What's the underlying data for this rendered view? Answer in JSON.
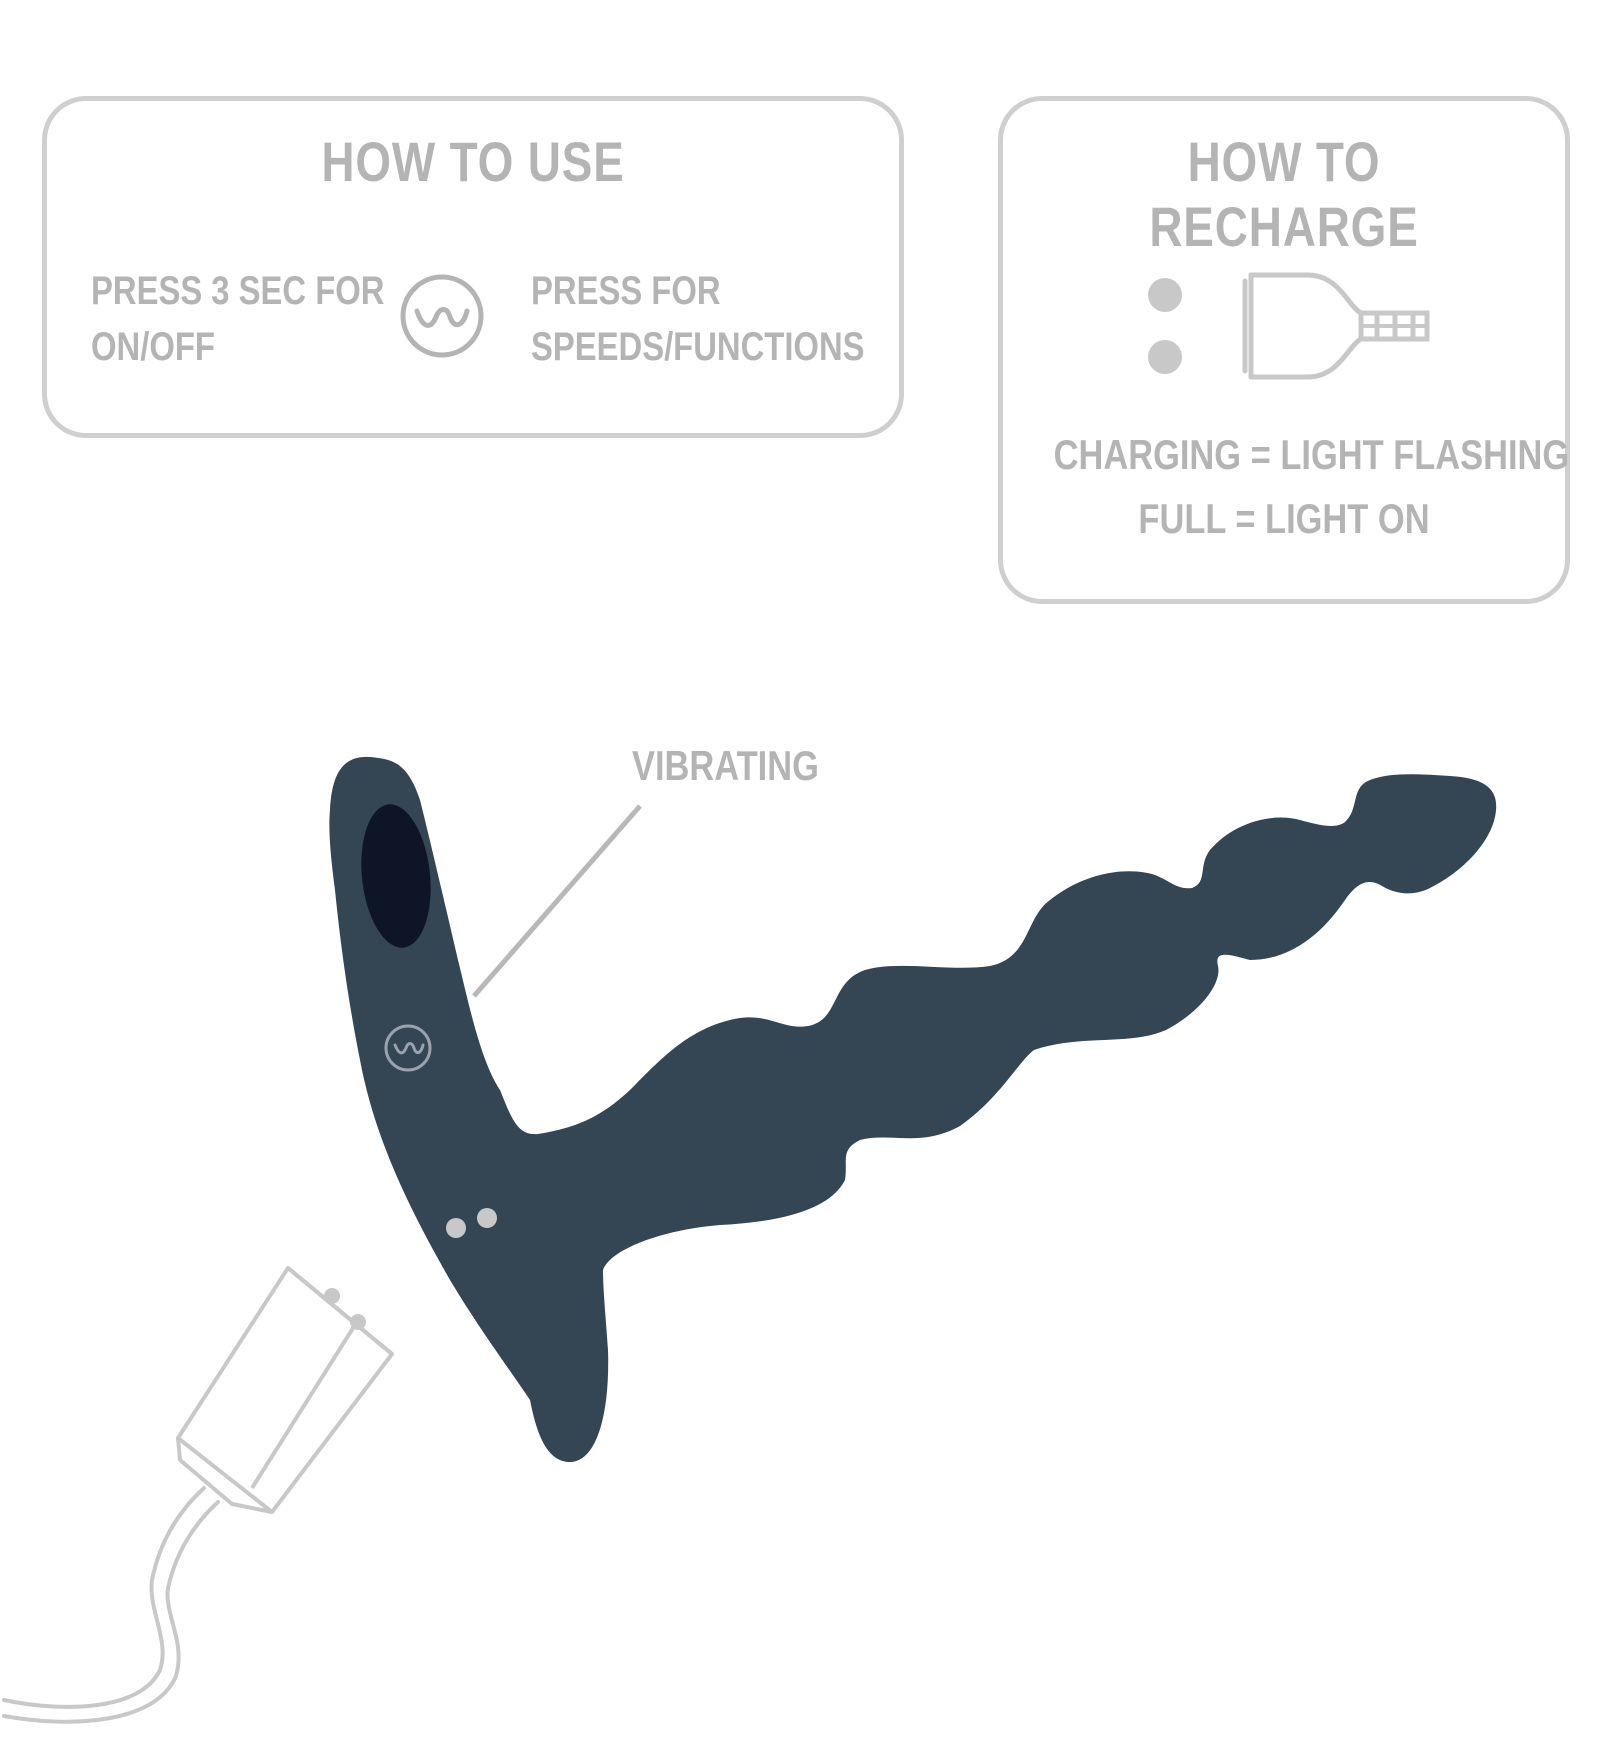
{
  "how_to_use": {
    "title": "HOW TO USE",
    "left_text": [
      "PRESS 3 SEC FOR",
      "ON/OFF"
    ],
    "right_text": [
      "PRESS FOR",
      "SPEEDS/FUNCTIONS"
    ],
    "icon": "wave-button-icon"
  },
  "how_to_recharge": {
    "title": "HOW TO RECHARGE",
    "icons": [
      "charging-contacts-icon",
      "magnetic-charger-icon"
    ],
    "charging_text": "CHARGING = LIGHT FLASHING",
    "full_text": "FULL = LIGHT ON"
  },
  "callout": {
    "vibrating": "VIBRATING"
  },
  "colors": {
    "device": "#344554",
    "device_dark": "#0d1526",
    "text_gray": "#b4b4b4",
    "border_gray": "#cfcfcf",
    "line_gray": "#c8c8c8"
  }
}
